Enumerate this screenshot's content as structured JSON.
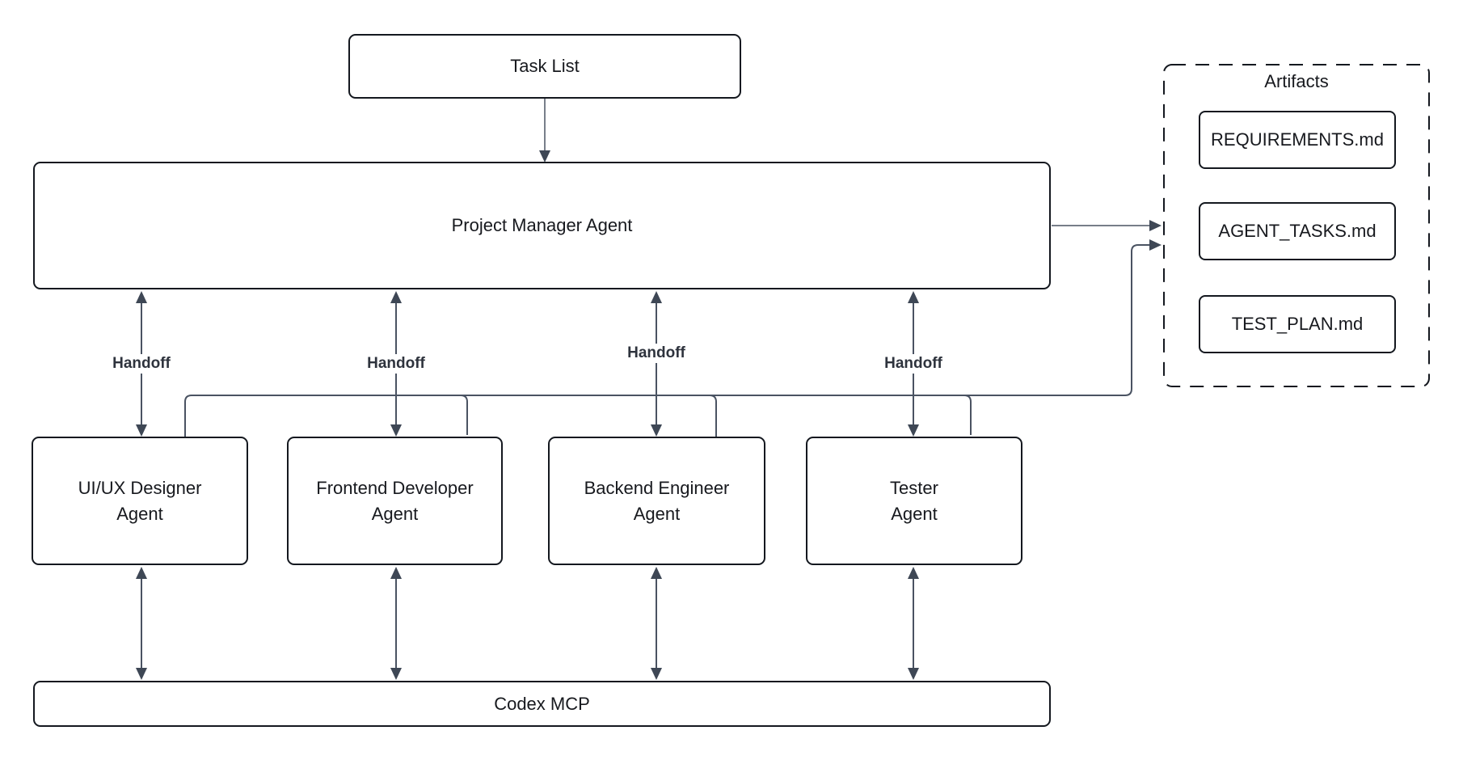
{
  "diagram": {
    "nodes": {
      "task_list": {
        "label": "Task List"
      },
      "project_manager": {
        "label": "Project Manager Agent"
      },
      "agents": [
        {
          "label_lines": [
            "UI/UX Designer",
            "Agent"
          ]
        },
        {
          "label_lines": [
            "Frontend Developer",
            "Agent"
          ]
        },
        {
          "label_lines": [
            "Backend Engineer",
            "Agent"
          ]
        },
        {
          "label_lines": [
            "Tester",
            "Agent"
          ]
        }
      ],
      "codex": {
        "label": "Codex MCP"
      },
      "artifacts": {
        "title": "Artifacts",
        "files": [
          {
            "label": "REQUIREMENTS.md"
          },
          {
            "label": "AGENT_TASKS.md"
          },
          {
            "label": "TEST_PLAN.md"
          }
        ]
      }
    },
    "edge_labels": {
      "handoff_1": "Handoff",
      "handoff_2": "Handoff",
      "handoff_3": "Handoff",
      "handoff_4": "Handoff"
    },
    "colors": {
      "background": "#ffffff",
      "node_border": "#14181f",
      "node_fill": "#ffffff",
      "connector": "#4a5362",
      "arrowhead": "#3e4755",
      "label_text": "#17191e",
      "handoff_text": "#2e333d"
    }
  }
}
